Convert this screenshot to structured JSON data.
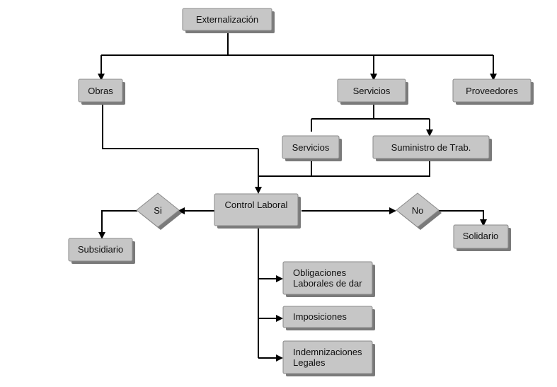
{
  "diagram": {
    "nodes": {
      "externalizacion": "Externalización",
      "obras": "Obras",
      "servicios_top": "Servicios",
      "proveedores": "Proveedores",
      "servicios_sub": "Servicios",
      "suministro": "Suministro de Trab.",
      "control_laboral": "Control Laboral",
      "si": "Si",
      "no": "No",
      "subsidiario": "Subsidiario",
      "solidario": "Solidario",
      "obligaciones_line1": "Obligaciones",
      "obligaciones_line2": "Laborales de dar",
      "imposiciones": "Imposiciones",
      "indemnizaciones_line1": "Indemnizaciones",
      "indemnizaciones_line2": "Legales"
    }
  }
}
